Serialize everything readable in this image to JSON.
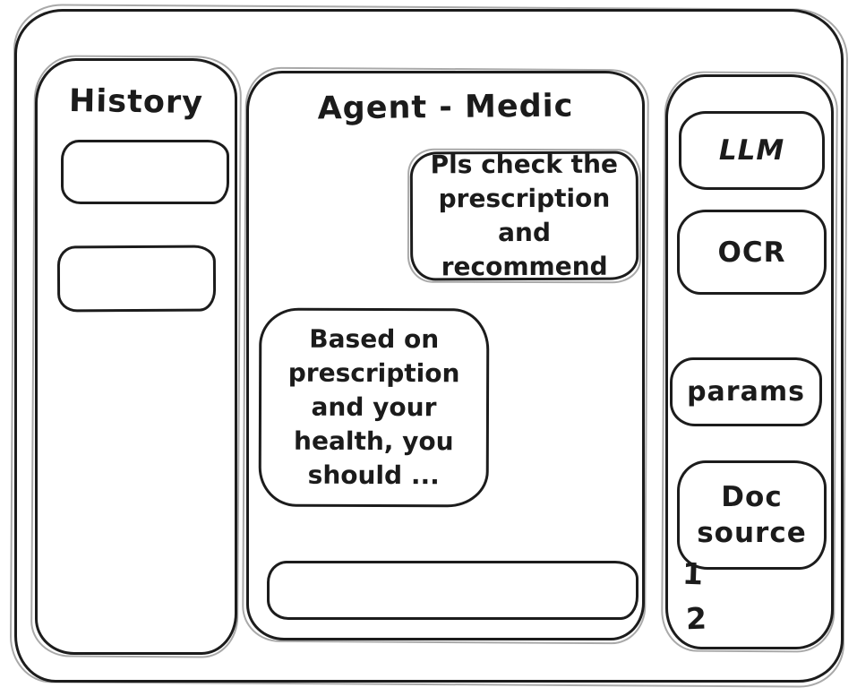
{
  "colors": {
    "ink": "#1c1c1c",
    "background": "#ffffff"
  },
  "history": {
    "title": "History"
  },
  "chat": {
    "title": "Agent - Medic",
    "user_message": "Pls check the\nprescription\nand recommend",
    "assistant_message": "Based on\nprescription\nand your\nhealth, you\nshould ...",
    "input_value": ""
  },
  "tools": {
    "buttons": [
      "LLM",
      "OCR",
      "params",
      "Doc source"
    ],
    "doc_items": [
      "1",
      "2"
    ]
  }
}
